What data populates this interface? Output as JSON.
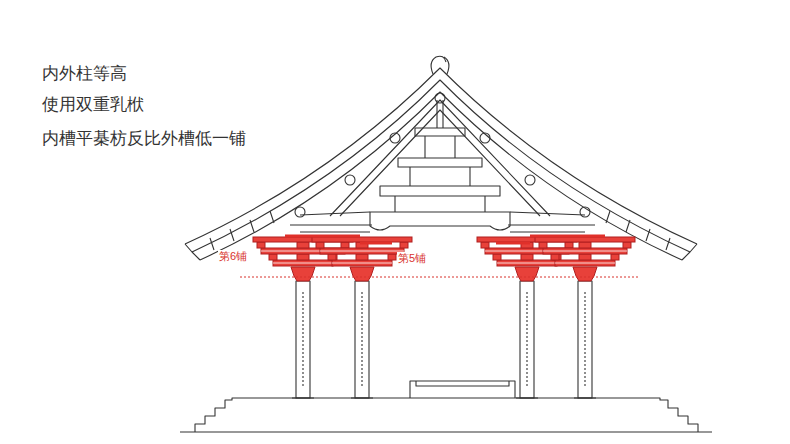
{
  "diagram": {
    "labels": [
      "内外柱等高",
      "使用双重乳栿",
      "内槽平棊枋反比外槽低一铺",
      "第6铺",
      "第5铺"
    ]
  }
}
